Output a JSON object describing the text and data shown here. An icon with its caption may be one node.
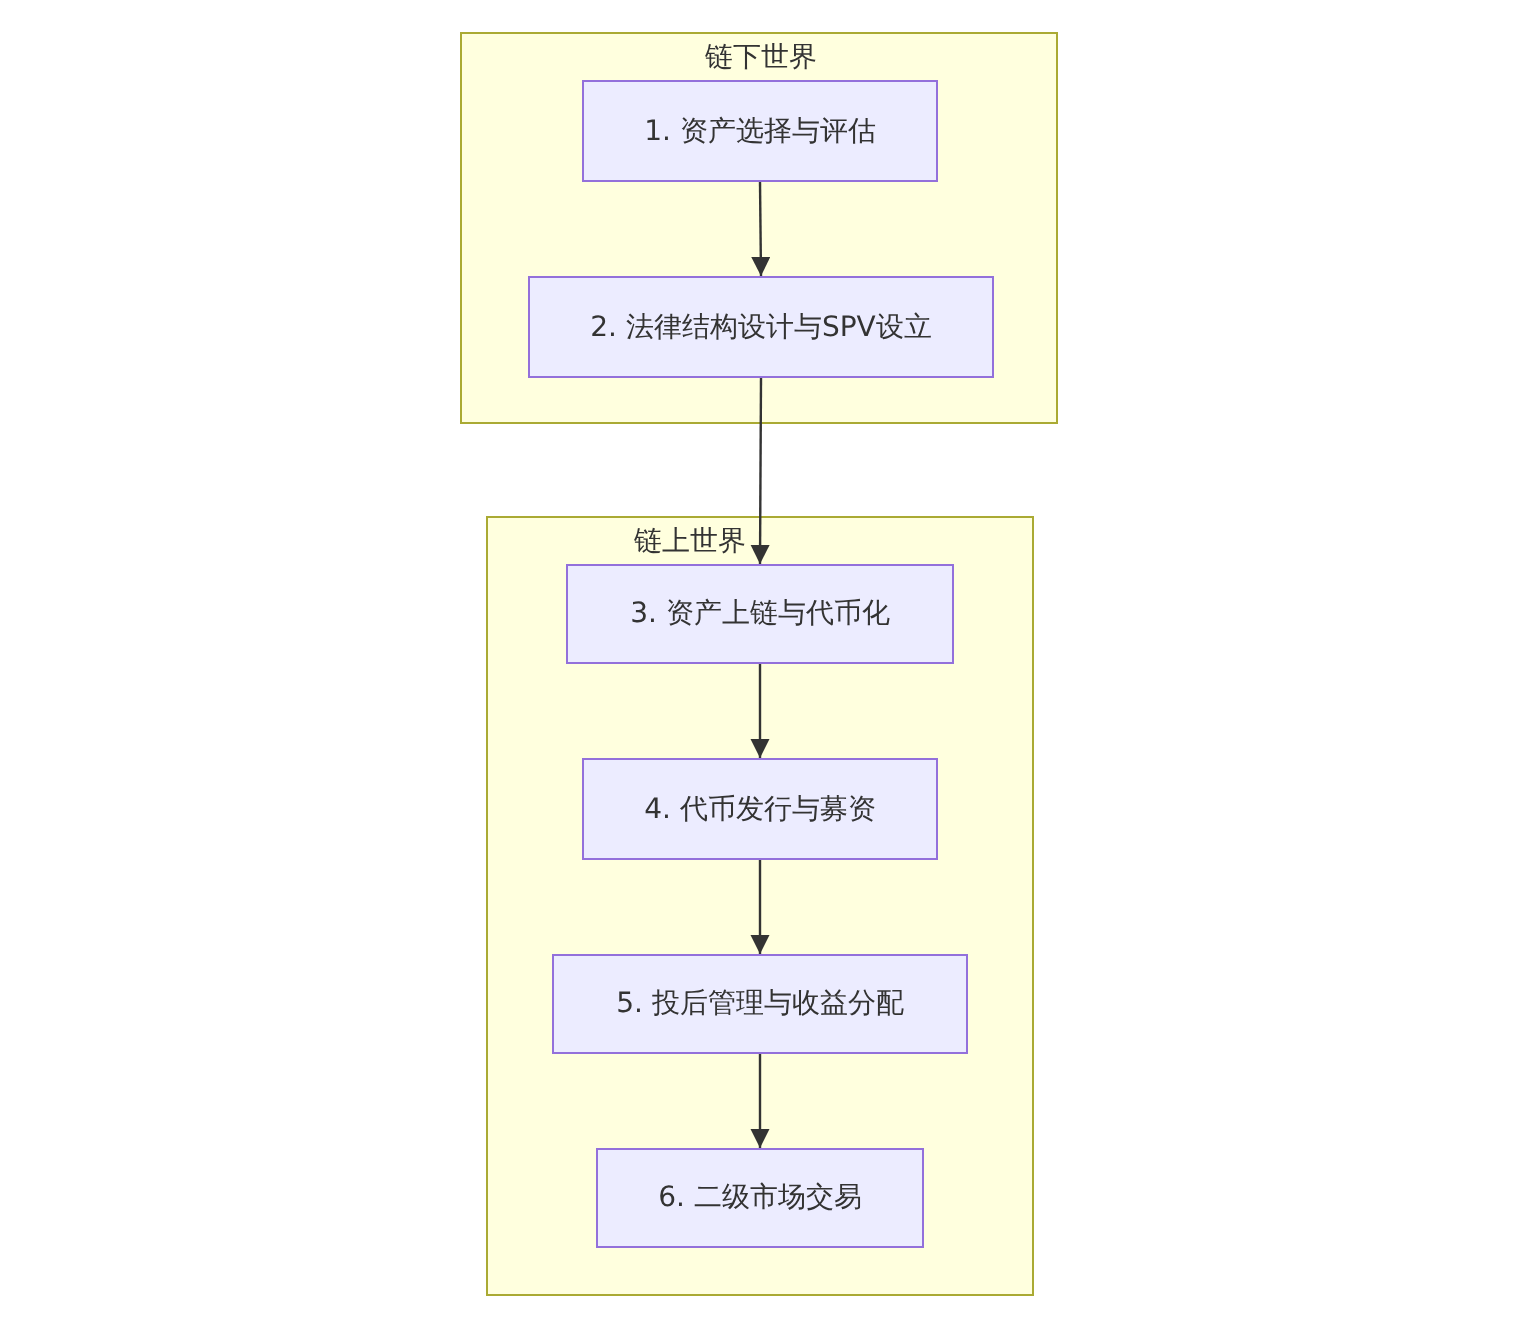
{
  "diagram": {
    "nodes": [
      {
        "text": [
          "链下世界"
        ]
      },
      {
        "text": [
          "1. 资产选择与评估"
        ],
        "in": 0
      },
      {
        "text": [
          "2. 法律结构设计与SPV设立"
        ],
        "in": 0
      },
      {
        "text": [
          "链上世界"
        ]
      },
      {
        "text": [
          "3. 资产上链与代币化"
        ],
        "in": 3
      },
      {
        "text": [
          "4. 代币发行与募资"
        ],
        "in": 3
      },
      {
        "text": [
          "5. 投后管理与收益分配"
        ],
        "in": 3
      },
      {
        "text": [
          "6. 二级市场交易"
        ],
        "in": 3
      }
    ],
    "edges": [
      {
        "from": 1,
        "to": 2,
        "arrow": "to"
      },
      {
        "from": 2,
        "to": 4,
        "arrow": "to"
      },
      {
        "from": 4,
        "to": 5,
        "arrow": "to"
      },
      {
        "from": 5,
        "to": 6,
        "arrow": "to"
      },
      {
        "from": 6,
        "to": 7,
        "arrow": "to"
      }
    ]
  }
}
